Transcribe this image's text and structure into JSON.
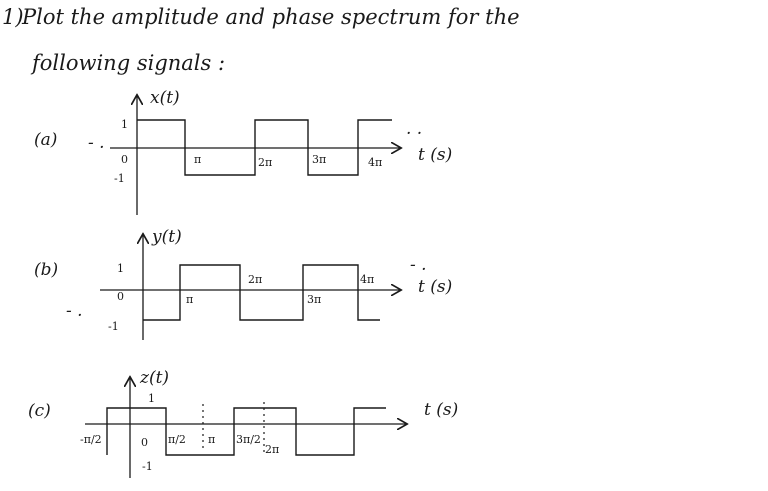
{
  "problem": {
    "number": "1)",
    "line1": "Plot the amplitude and phase spectrum for the",
    "line2": "following signals :"
  },
  "part_a": {
    "label": "(a)",
    "signal": "x(t)",
    "level_high": "1",
    "origin": "0",
    "level_low": "-1",
    "ticks": [
      "π",
      "2π",
      "3π",
      "4π"
    ],
    "time_axis": "t (s)",
    "dots_left": "- .",
    "dots_right": ". ."
  },
  "part_b": {
    "label": "(b)",
    "signal": "y(t)",
    "level_high": "1",
    "origin": "0",
    "level_low": "-1",
    "ticks": [
      "π",
      "2π",
      "3π",
      "4π"
    ],
    "time_axis": "t (s)",
    "dots_left": "- .",
    "dots_right": "- ."
  },
  "part_c": {
    "label": "(c)",
    "signal": "z(t)",
    "level_high": "1",
    "origin": "0",
    "level_low": "-1",
    "ticks": [
      "-π/2",
      "π/2",
      "π",
      "3π/2",
      "2π"
    ],
    "time_axis": "t (s)"
  }
}
